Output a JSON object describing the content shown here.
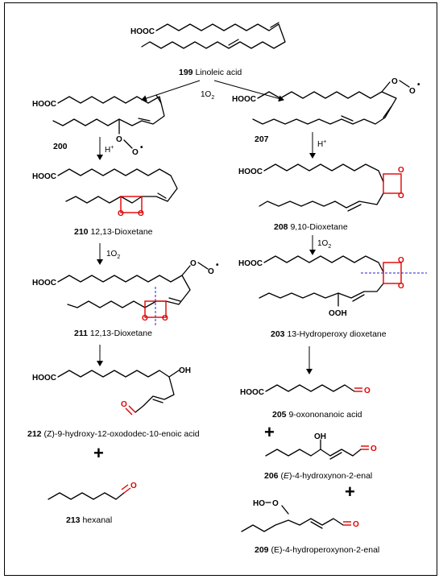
{
  "compounds": [
    {
      "num": "199",
      "name": "Linoleic acid"
    },
    {
      "num": "200",
      "name": ""
    },
    {
      "num": "207",
      "name": ""
    },
    {
      "num": "210",
      "name": "12,13-Dioxetane"
    },
    {
      "num": "208",
      "name": "9,10-Dioxetane"
    },
    {
      "num": "211",
      "name": "12,13-Dioxetane"
    },
    {
      "num": "203",
      "name": "13-Hydroperoxy dioxetane"
    },
    {
      "num": "205",
      "name": "9-oxononanoic acid"
    },
    {
      "num": "212",
      "name": "(Z)-9-hydroxy-12-oxododec-10-enoic acid"
    },
    {
      "num": "206",
      "pre": "(",
      "italic": "E",
      "post": ")-4-hydroxynon-2-enal"
    },
    {
      "num": "213",
      "name": "hexanal"
    },
    {
      "num": "209",
      "name": "(E)-4-hydroperoxynon-2-enal"
    }
  ],
  "atoms": {
    "acid": "HOOC",
    "oxygen": "O",
    "hydroxyl": "OH",
    "hydroperoxy_lead": "HO",
    "hydroperoxy_tail": "OOH",
    "hydroperoxyl_o": "O",
    "radical_dot": "•"
  },
  "reagents": {
    "oxygen": "1O",
    "oxygen_sub": "2",
    "proton": "H",
    "proton_sup": "+"
  },
  "plus_sign": "+",
  "colors": {
    "highlight": "#e00000",
    "cleavage": "#2222cc",
    "line": "#000000"
  }
}
